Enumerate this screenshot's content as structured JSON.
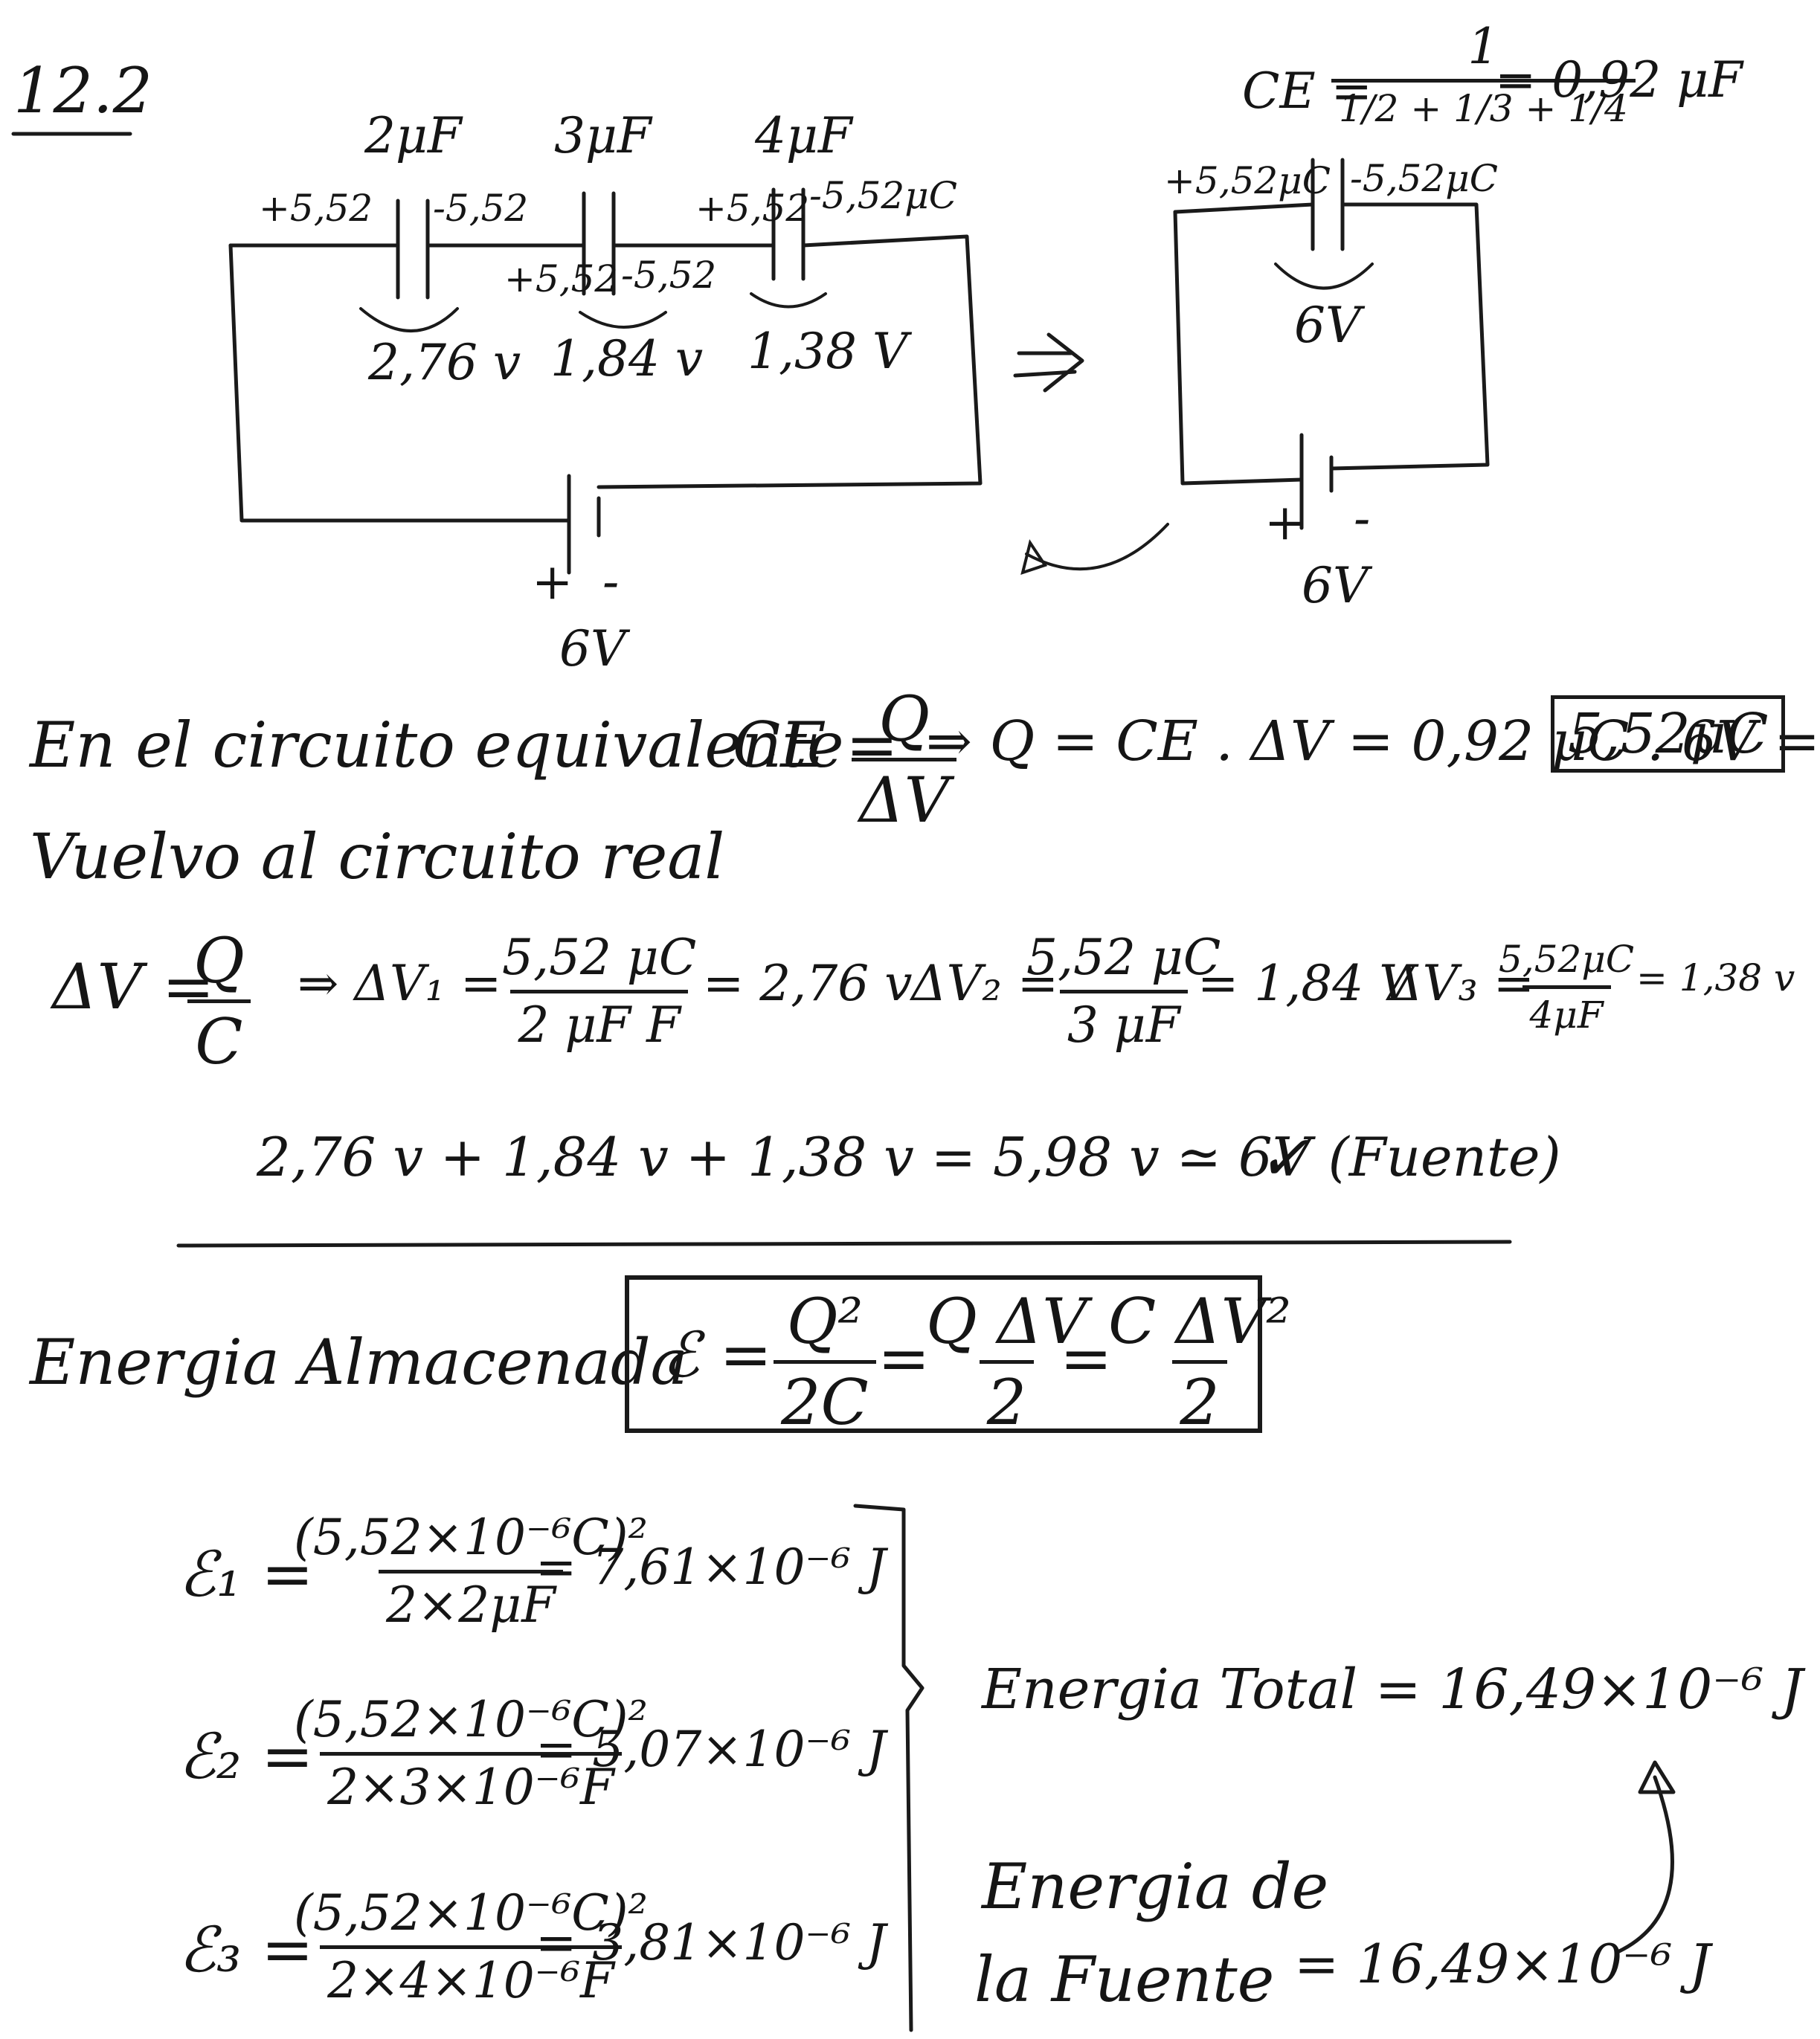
{
  "problem": {
    "number": "12.2"
  },
  "circuit_real": {
    "capacitors": [
      {
        "capacitance": "2μF",
        "charge_left": "+5,52",
        "charge_right": "-5,52",
        "voltage": "2,76 v"
      },
      {
        "capacitance": "3μF",
        "charge_left": "+5,52",
        "charge_right": "-5,52",
        "voltage": "1,84 v"
      },
      {
        "capacitance": "4μF",
        "charge_left": "+5,52",
        "charge_right": "-5,52μC",
        "voltage": "1,38 V"
      }
    ],
    "battery": {
      "plus": "+",
      "minus": "-",
      "voltage": "6V"
    }
  },
  "arrow_symbol": "⇒",
  "circuit_equivalent": {
    "ce_label": "CE =",
    "ce_num": "1",
    "ce_den": "1/2 + 1/3 + 1/4",
    "ce_result": "= 0,92 μF",
    "charge_left": "+5,52μC",
    "charge_right": "-5,52μC",
    "voltage": "6V",
    "battery": {
      "plus": "+",
      "minus": "-",
      "voltage": "6V"
    }
  },
  "equations": {
    "equivalent_text": "En el circuito equivalente",
    "ce_lhs": "CE =",
    "ce_num": "Q",
    "ce_den": "ΔV",
    "q_expr": "⇒ Q = CE . ΔV = 0,92 μC . 6V =",
    "q_result": "5,52μC",
    "return_text": "Vuelvo al circuito real",
    "dv_lhs": "ΔV =",
    "dv_num": "Q",
    "dv_den": "C",
    "dv1_lhs": "⇒ ΔV₁ =",
    "dv1_num": "5,52 μC",
    "dv1_den": "2 μF F",
    "dv1_res": "= 2,76 v",
    "dv2_lhs": "ΔV₂ =",
    "dv2_num": "5,52 μC",
    "dv2_den": "3 μF",
    "dv2_res": "= 1,84 V",
    "dv3_lhs": "ΔV₃ =",
    "dv3_num": "5,52μC",
    "dv3_den": "4μF",
    "dv3_res": "= 1,38 v",
    "sum": "2,76 v + 1,84 v + 1,38 v = 5,98 v ≃ 6V (Fuente)",
    "check": "✓"
  },
  "energy": {
    "title": "Energia Almacenada",
    "formula_lhs": "ℰ =",
    "f1_num": "Q²",
    "f1_den": "2C",
    "f2_num": "Q ΔV",
    "f2_den": "2",
    "f3_num": "C ΔV²",
    "f3_den": "2",
    "eq_sign": "=",
    "items": [
      {
        "lhs": "ℰ₁ =",
        "num": "(5,52×10⁻⁶C)²",
        "den": "2×2μF",
        "res": "= 7,61×10⁻⁶ J"
      },
      {
        "lhs": "ℰ₂ =",
        "num": "(5,52×10⁻⁶C)²",
        "den": "2×3×10⁻⁶F",
        "res": "= 5,07×10⁻⁶ J"
      },
      {
        "lhs": "ℰ₃ =",
        "num": "(5,52×10⁻⁶C)²",
        "den": "2×4×10⁻⁶F",
        "res": "= 3,81×10⁻⁶ J"
      }
    ],
    "total": "Energia Total = 16,49×10⁻⁶ J",
    "source_line1": "Energia de",
    "source_line2": "la Fuente",
    "source_value": "= 16,49×10⁻⁶ J"
  }
}
